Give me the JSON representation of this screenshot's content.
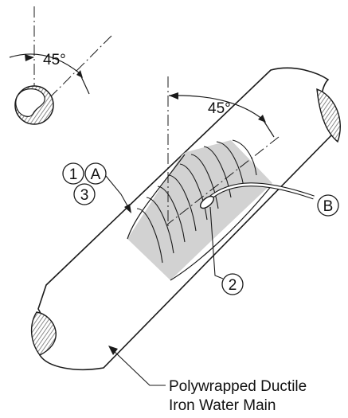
{
  "callouts": {
    "c1": "1",
    "cA": "A",
    "c3": "3",
    "cB": "B",
    "c2": "2"
  },
  "angles": {
    "small": "45°",
    "large": "45°"
  },
  "caption": {
    "line1": "Polywrapped Ductile",
    "line2": "Iron Water Main"
  },
  "colors": {
    "stroke": "#1a1a1a",
    "tape": "#d4d4d4",
    "hatch": "#8a8a8a"
  }
}
